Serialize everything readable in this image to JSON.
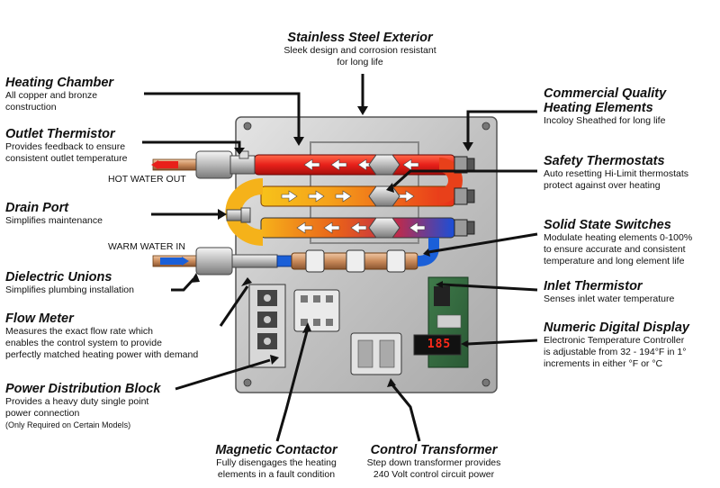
{
  "labels": {
    "stainless": {
      "title": "Stainless Steel Exterior",
      "line1": "Sleek design and corrosion resistant",
      "line2": "for long life"
    },
    "heating_chamber": {
      "title": "Heating Chamber",
      "line1": "All copper and bronze",
      "line2": "construction"
    },
    "outlet_thermistor": {
      "title": "Outlet Thermistor",
      "line1": "Provides feedback to ensure",
      "line2": "consistent outlet temperature"
    },
    "drain_port": {
      "title": "Drain Port",
      "line1": "Simplifies maintenance"
    },
    "dielectric_unions": {
      "title": "Dielectric Unions",
      "line1": "Simplifies plumbing installation"
    },
    "flow_meter": {
      "title": "Flow Meter",
      "line1": "Measures the exact flow rate which",
      "line2": "enables the control system to provide",
      "line3": "perfectly matched heating power with demand"
    },
    "power_block": {
      "title": "Power Distribution Block",
      "line1": "Provides a heavy duty single point",
      "line2": "power connection",
      "note": "(Only Required on Certain Models)"
    },
    "commercial": {
      "title1": "Commercial Quality",
      "title2": "Heating Elements",
      "line1": "Incoloy Sheathed for long life"
    },
    "safety": {
      "title": "Safety Thermostats",
      "line1": "Auto resetting Hi-Limit thermostats",
      "line2": "protect against over heating"
    },
    "solid_state": {
      "title": "Solid State Switches",
      "line1": "Modulate heating elements 0-100%",
      "line2": "to ensure accurate and consistent",
      "line3": "temperature and long element life"
    },
    "inlet_thermistor": {
      "title": "Inlet Thermistor",
      "line1": "Senses inlet water temperature"
    },
    "digital_display": {
      "title": "Numeric Digital Display",
      "line1": "Electronic Temperature Controller",
      "line2": "is adjustable from 32 - 194°F in 1°",
      "line3": "increments in either °F or °C"
    },
    "contactor": {
      "title": "Magnetic Contactor",
      "line1": "Fully disengages the heating",
      "line2": "elements in a fault condition"
    },
    "transformer": {
      "title": "Control Transformer",
      "line1": "Step down transformer provides",
      "line2": "240 Volt control circuit power"
    }
  },
  "pipes": {
    "hot_out": "HOT WATER OUT",
    "warm_in": "WARM WATER IN"
  },
  "display": {
    "value": "185"
  },
  "colors": {
    "hot": "#e8201a",
    "warm": "#f5a21a",
    "cold": "#1a5fd8",
    "copper": "#c98a5a",
    "panel": "#c9c9c9",
    "arrow": "#111111"
  }
}
